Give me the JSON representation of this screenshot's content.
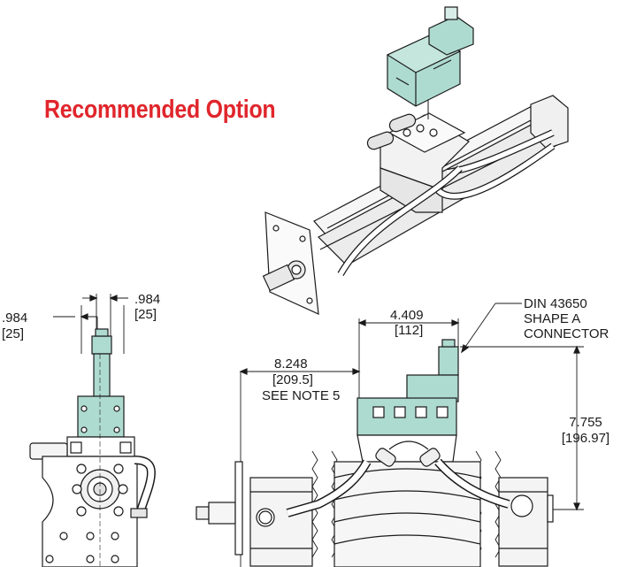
{
  "heading": "Recommended Option",
  "colors": {
    "heading": "#e0262c",
    "valve_green": "#aedbd0",
    "line": "#1a1a1a",
    "body_grey": "#f2f2f2"
  },
  "dimensions": {
    "side_right": {
      "inch": ".984",
      "mm": "[25]"
    },
    "side_left": {
      "inch": ".984",
      "mm": "[25]"
    },
    "valve_width": {
      "inch": "4.409",
      "mm": "[112]"
    },
    "stroke_offset": {
      "inch": "8.248",
      "mm": "[209.5]",
      "note": "SEE NOTE 5"
    },
    "height": {
      "inch": "7.755",
      "mm": "[196.97]"
    }
  },
  "connector_callout": [
    "DIN 43650",
    "SHAPE A",
    "CONNECTOR"
  ],
  "icons": [
    "solenoid-valve-icon",
    "muffler-icon",
    "cylinder-icon"
  ]
}
